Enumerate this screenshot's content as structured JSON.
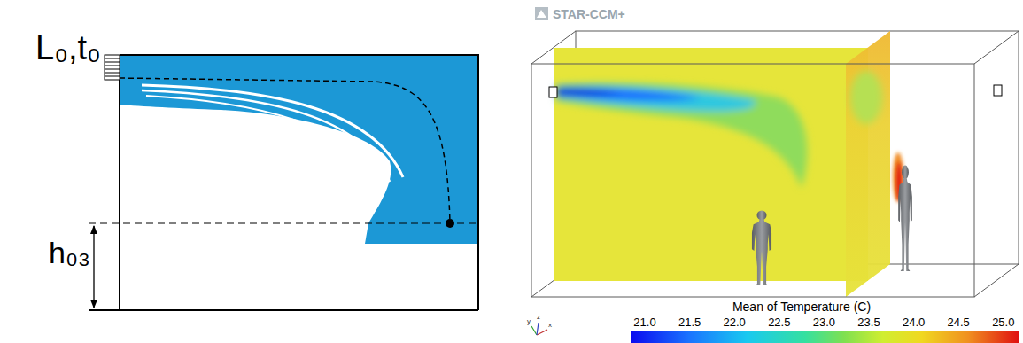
{
  "diagram": {
    "labels": [
      "L₀,t₀",
      "h₀₃",
      "STAR-CCM+",
      "x",
      "y",
      "z",
      "Mean of Temperature (C)",
      "21.0",
      "21.5",
      "22.0",
      "22.5",
      "23.0",
      "23.5",
      "24.0",
      "24.5",
      "25.0"
    ]
  }
}
